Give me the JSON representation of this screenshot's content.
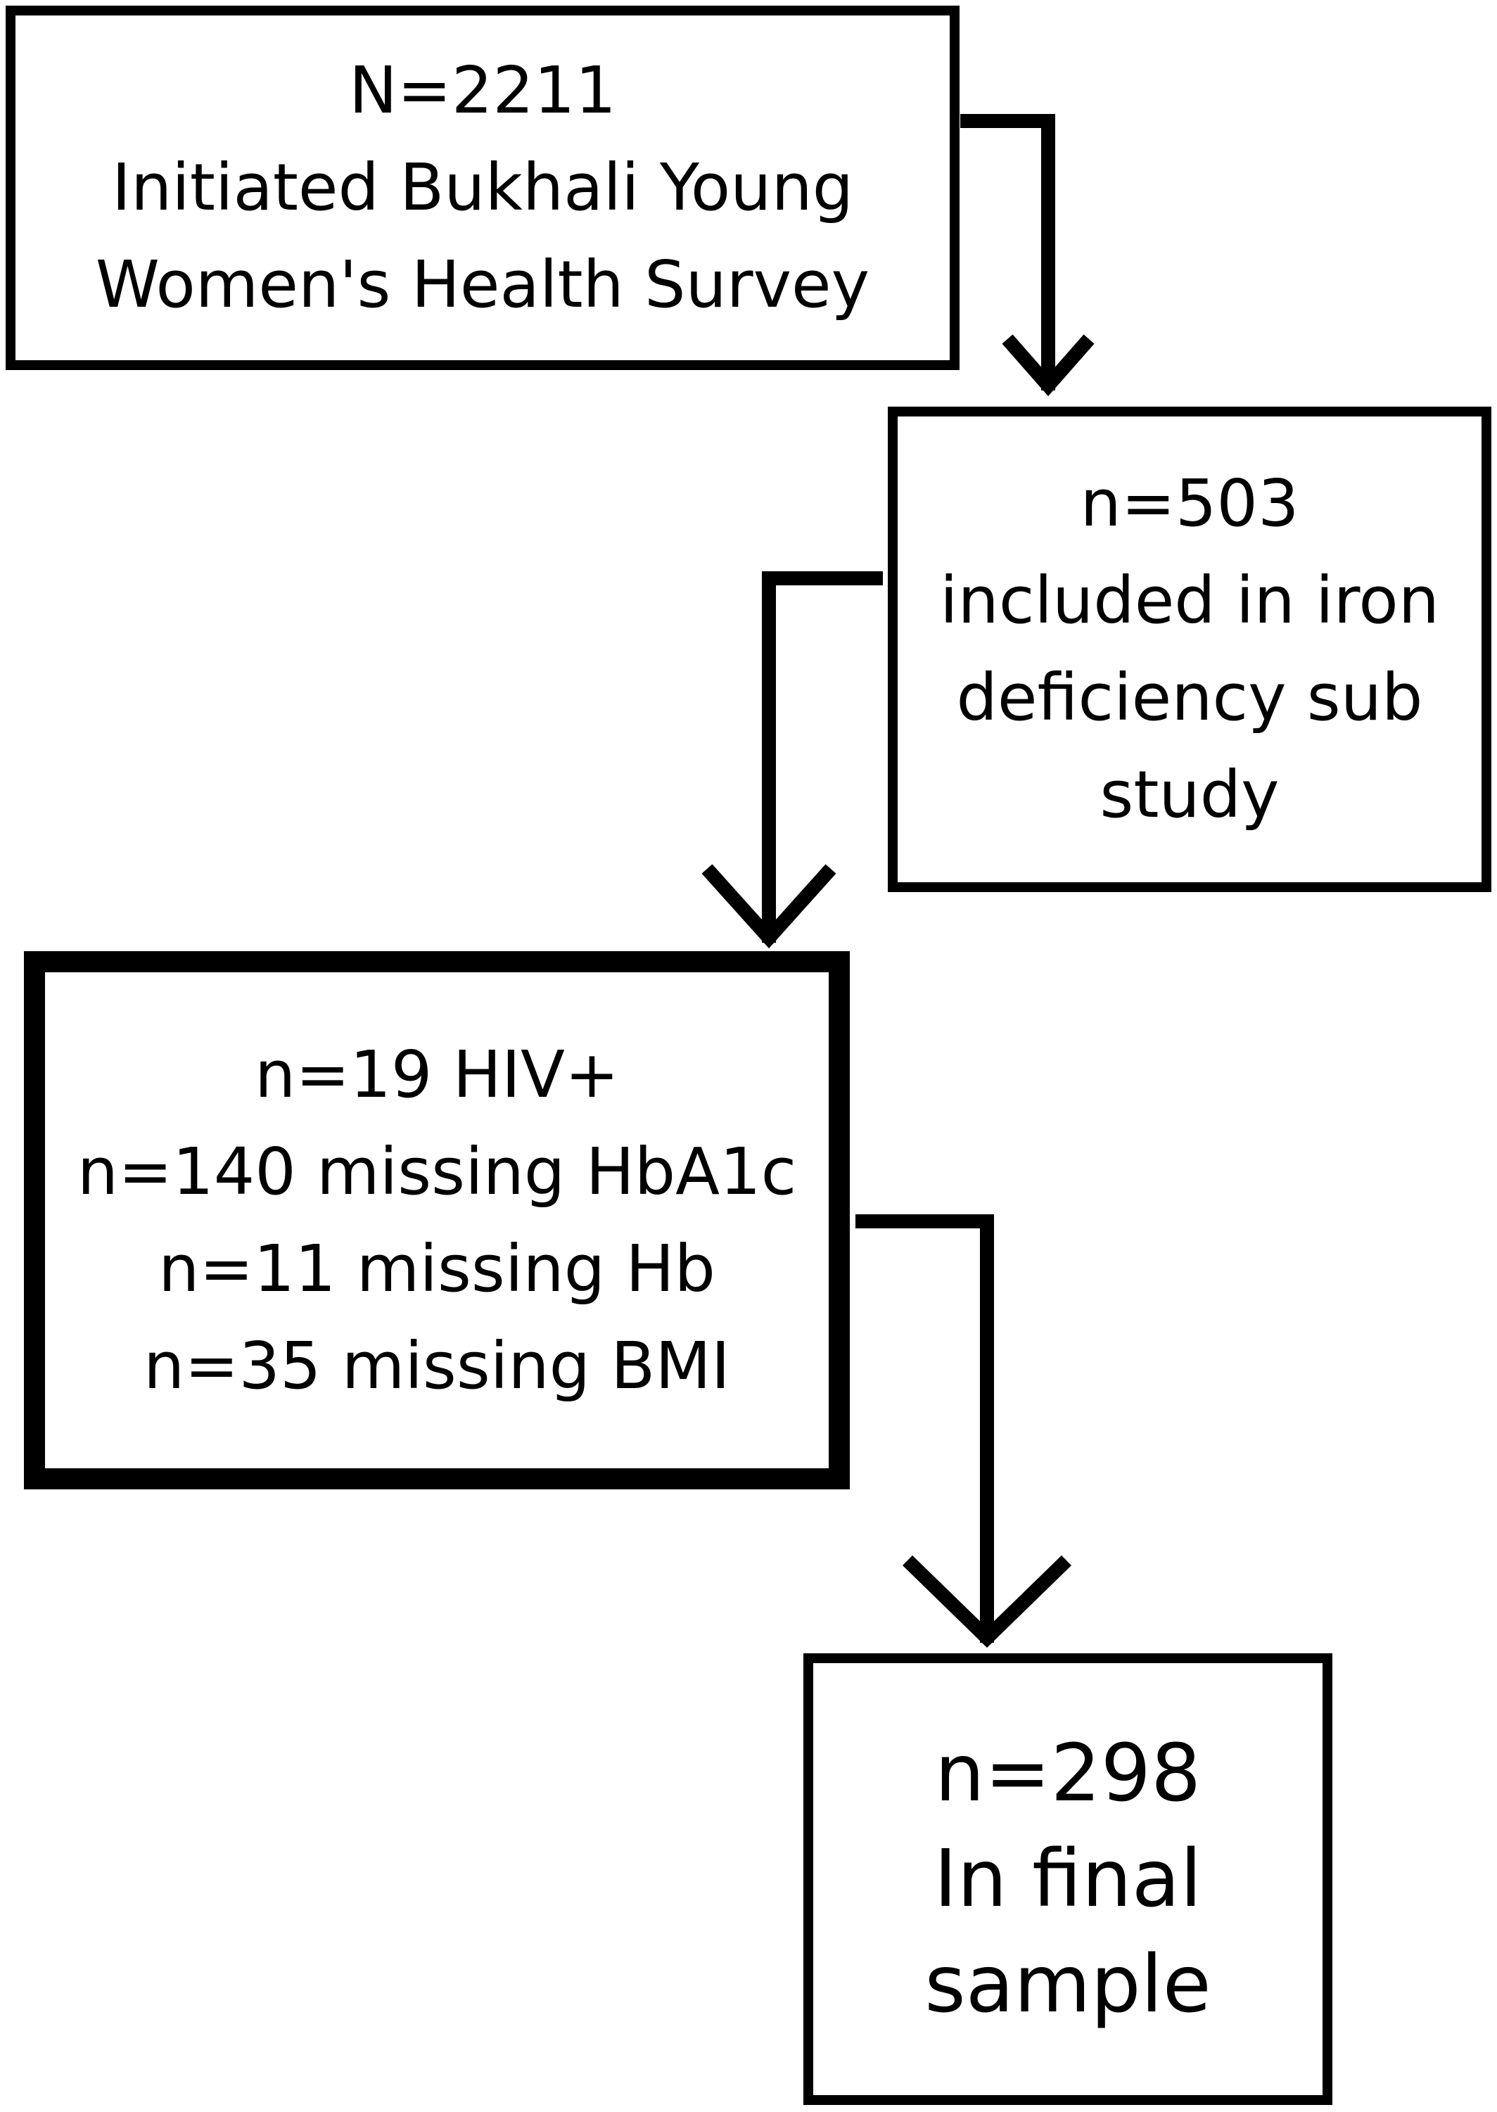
{
  "boxes": {
    "survey": {
      "lines": [
        "N=2211",
        "Initiated Bukhali Young",
        "Women's Health Survey"
      ]
    },
    "substudy": {
      "lines": [
        "n=503",
        "included in iron",
        "deficiency sub",
        "study"
      ]
    },
    "exclusions": {
      "lines": [
        "n=19 HIV+",
        "n=140 missing HbA1c",
        "n=11 missing Hb",
        "n=35 missing BMI"
      ]
    },
    "final": {
      "lines": [
        "n=298",
        "In final",
        "sample"
      ]
    }
  },
  "colors": {
    "stroke": "#000000",
    "background": "#ffffff"
  },
  "icons": {
    "arrowhead": "open-chevron-down-icon"
  }
}
